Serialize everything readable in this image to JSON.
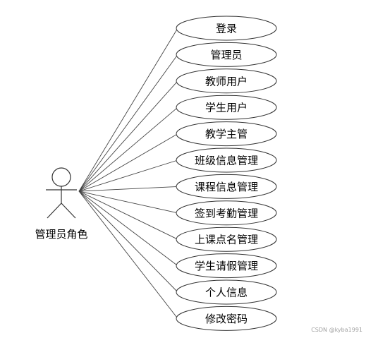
{
  "actor": {
    "label": "管理员角色"
  },
  "use_cases": [
    {
      "label": "登录"
    },
    {
      "label": "管理员"
    },
    {
      "label": "教师用户"
    },
    {
      "label": "学生用户"
    },
    {
      "label": "教学主管"
    },
    {
      "label": "班级信息管理"
    },
    {
      "label": "课程信息管理"
    },
    {
      "label": "签到考勤管理"
    },
    {
      "label": "上课点名管理"
    },
    {
      "label": "学生请假管理"
    },
    {
      "label": "个人信息"
    },
    {
      "label": "修改密码"
    }
  ],
  "watermark": "CSDN @kyba1991",
  "colors": {
    "stroke": "#333333",
    "background": "#ffffff",
    "watermark": "#a0a0a0"
  }
}
